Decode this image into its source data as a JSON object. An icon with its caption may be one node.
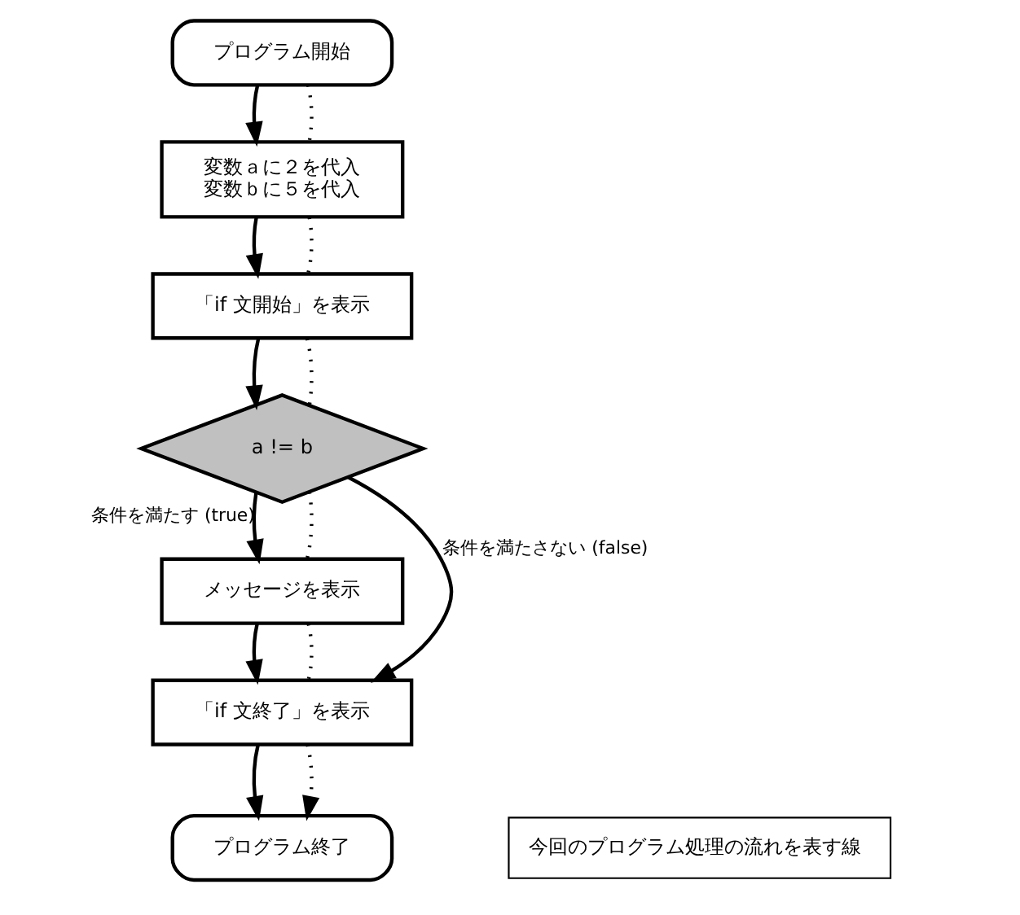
{
  "diagram": {
    "nodes": [
      {
        "text": [
          "プログラム開始"
        ]
      },
      {
        "text": [
          "変数ａに２を代入",
          "変数ｂに５を代入"
        ]
      },
      {
        "text": [
          "「if 文開始」を表示"
        ]
      },
      {
        "text": [
          "a != b"
        ]
      },
      {
        "text": [
          "メッセージを表示"
        ]
      },
      {
        "text": [
          "「if 文終了」を表示"
        ]
      },
      {
        "text": [
          "プログラム終了"
        ]
      }
    ],
    "edges": [
      {
        "from": 0,
        "to": 1,
        "arrow": "to"
      },
      {
        "from": 0,
        "to": 1,
        "arrow": "none",
        "style": "dashed"
      },
      {
        "from": 1,
        "to": 2,
        "arrow": "to"
      },
      {
        "from": 1,
        "to": 2,
        "arrow": "none",
        "style": "dashed"
      },
      {
        "from": 2,
        "to": 3,
        "arrow": "to"
      },
      {
        "from": 2,
        "to": 3,
        "arrow": "none",
        "style": "dashed"
      },
      {
        "from": 3,
        "to": 4,
        "arrow": "to",
        "label": "条件を満たす (true)"
      },
      {
        "from": 3,
        "to": 4,
        "arrow": "none",
        "style": "dashed"
      },
      {
        "from": 3,
        "to": 5,
        "arrow": "to",
        "label": "条件を満たさない (false)"
      },
      {
        "from": 4,
        "to": 5,
        "arrow": "to"
      },
      {
        "from": 4,
        "to": 5,
        "arrow": "none",
        "style": "dashed"
      },
      {
        "from": 5,
        "to": 6,
        "arrow": "to"
      },
      {
        "from": 5,
        "to": 6,
        "arrow": "to",
        "style": "dashed"
      }
    ],
    "legend": [
      {
        "text": "今回のプログラム処理の流れを表す線"
      }
    ]
  }
}
